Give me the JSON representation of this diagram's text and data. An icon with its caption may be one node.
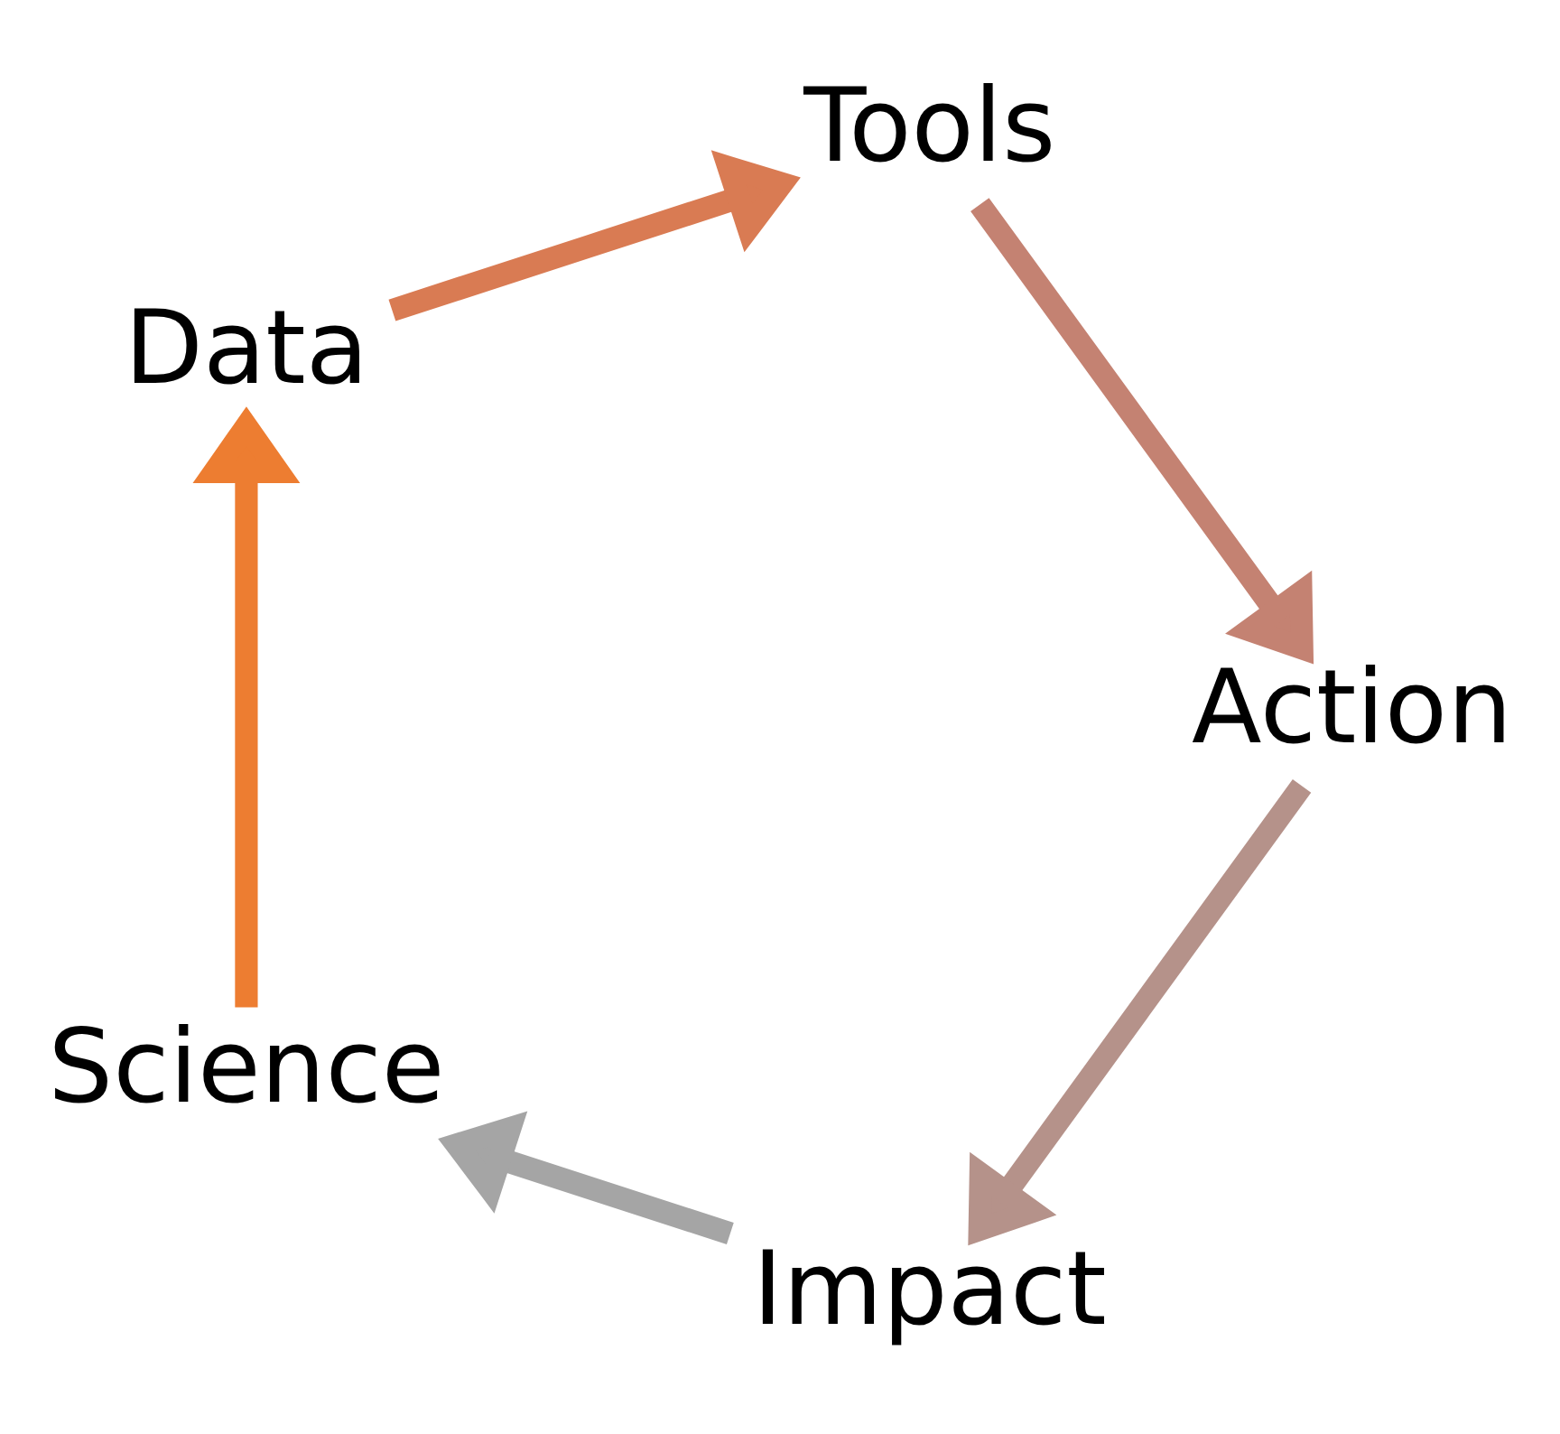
{
  "diagram": {
    "nodes": [
      {
        "text": [
          "Impact"
        ]
      },
      {
        "text": [
          "Science"
        ]
      },
      {
        "text": [
          "Data"
        ]
      },
      {
        "text": [
          "Tools"
        ]
      },
      {
        "text": [
          "Action"
        ]
      }
    ],
    "edges": [
      {
        "from": 0,
        "to": 1,
        "arrow": "to",
        "color": "#a5a5a5"
      },
      {
        "from": 1,
        "to": 2,
        "arrow": "to",
        "color": "#ed7d31"
      },
      {
        "from": 2,
        "to": 3,
        "arrow": "to",
        "color": "#d97b53"
      },
      {
        "from": 3,
        "to": 4,
        "arrow": "to",
        "color": "#c48272"
      },
      {
        "from": 4,
        "to": 0,
        "arrow": "to",
        "color": "#b5928a"
      }
    ]
  }
}
